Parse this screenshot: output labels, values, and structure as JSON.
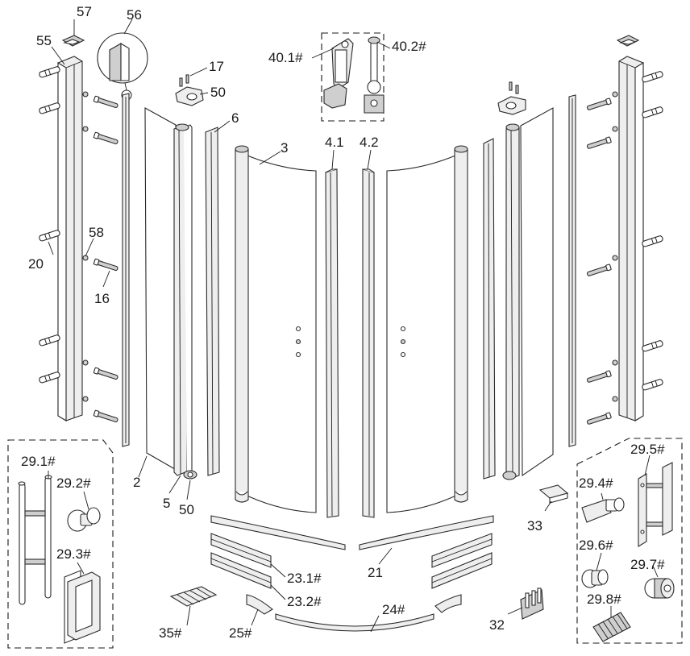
{
  "diagram": {
    "labels": {
      "p57": "57",
      "p56": "56",
      "p55": "55",
      "p17": "17",
      "p50a": "50",
      "p40_1": "40.1#",
      "p40_2": "40.2#",
      "p6": "6",
      "p3": "3",
      "p4_1": "4.1",
      "p4_2": "4.2",
      "p58": "58",
      "p20": "20",
      "p16": "16",
      "p29_1": "29.1#",
      "p29_2": "29.2#",
      "p29_3": "29.3#",
      "p2": "2",
      "p5": "5",
      "p50b": "50",
      "p29_5": "29.5#",
      "p29_4": "29.4#",
      "p33": "33",
      "p29_6": "29.6#",
      "p29_7": "29.7#",
      "p29_8": "29.8#",
      "p23_1": "23.1#",
      "p21": "21",
      "p23_2": "23.2#",
      "p24": "24#",
      "p35": "35#",
      "p25": "25#",
      "p32": "32"
    }
  }
}
